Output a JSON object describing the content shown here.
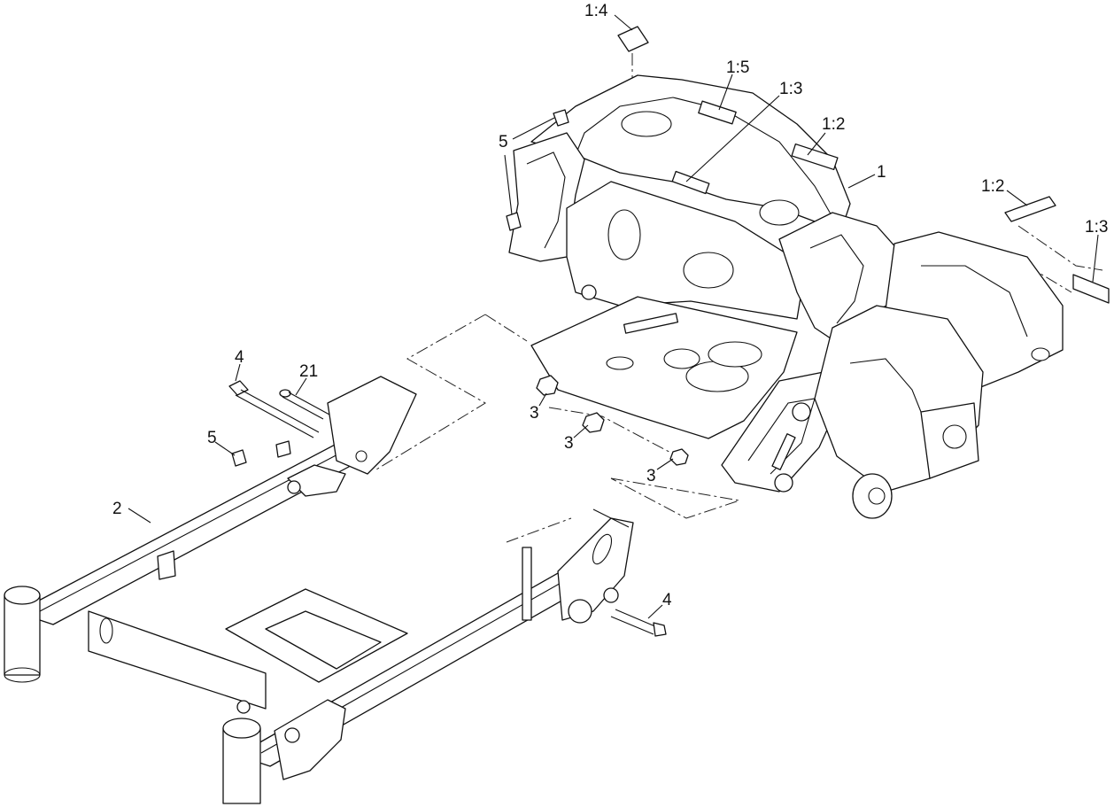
{
  "callouts": {
    "c1_4": "1:4",
    "c1_5": "1:5",
    "c1_3_top": "1:3",
    "c1_2_top": "1:2",
    "c1": "1",
    "c5_top": "5",
    "c1_2_right": "1:2",
    "c1_3_right": "1:3",
    "c4_left": "4",
    "c21": "21",
    "c5_left": "5",
    "c3_a": "3",
    "c3_b": "3",
    "c3_c": "3",
    "c2": "2",
    "c4_right": "4"
  },
  "colors": {
    "line": "#111111",
    "background": "#ffffff"
  }
}
